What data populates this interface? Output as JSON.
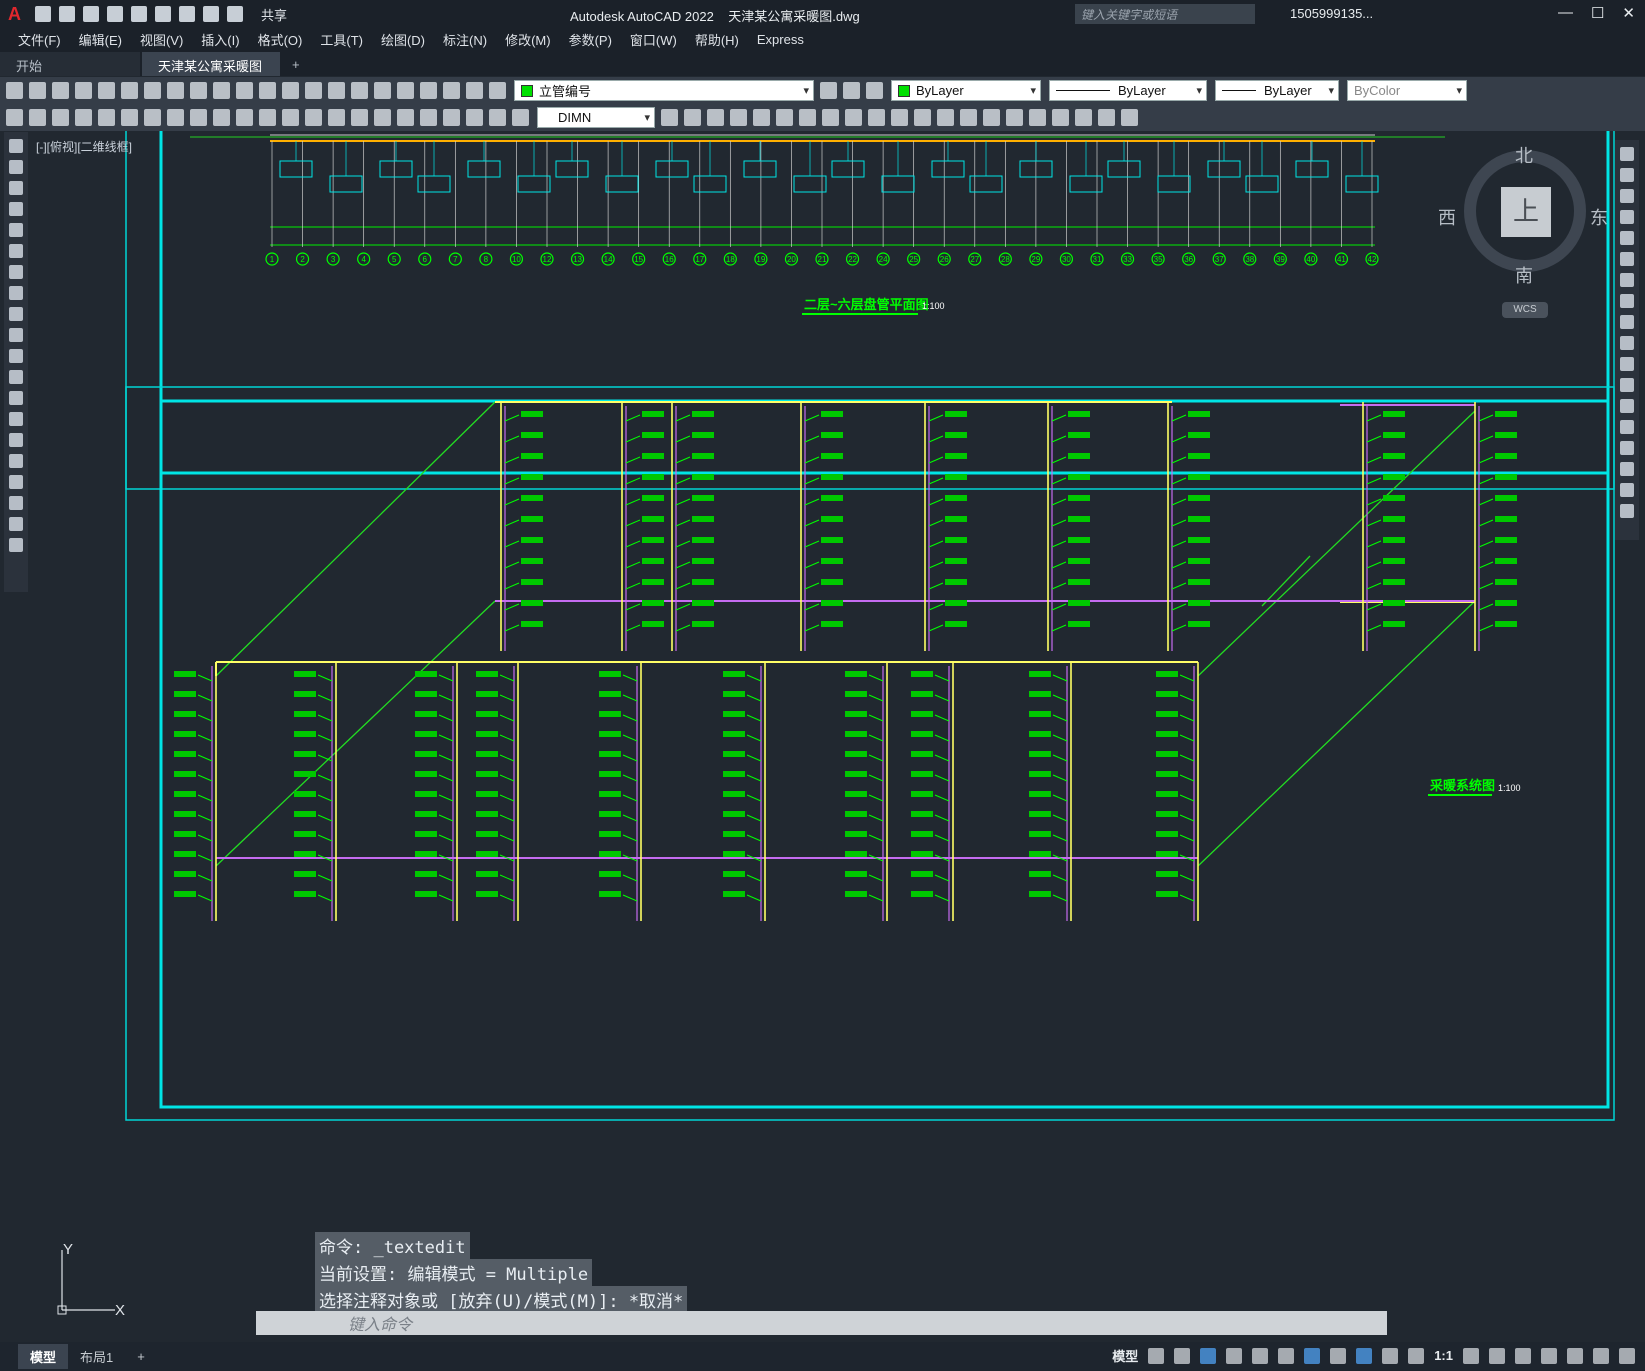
{
  "app": {
    "title": "Autodesk AutoCAD 2022",
    "file": "天津某公寓采暖图.dwg",
    "search_placeholder": "键入关键字或短语",
    "user": "1505999135...",
    "share": "共享"
  },
  "menu": [
    "文件(F)",
    "编辑(E)",
    "视图(V)",
    "插入(I)",
    "格式(O)",
    "工具(T)",
    "绘图(D)",
    "标注(N)",
    "修改(M)",
    "参数(P)",
    "窗口(W)",
    "帮助(H)",
    "Express"
  ],
  "tabs": {
    "start": "开始",
    "doc": "天津某公寓采暖图*"
  },
  "layers": {
    "current_layer": "立管编号",
    "color": "ByLayer",
    "linetype": "ByLayer",
    "lineweight": "ByLayer",
    "plotstyle": "ByColor",
    "dimstyle": "DIMN"
  },
  "viewport_label": "[-][俯视][二维线框]",
  "viewcube": {
    "top": "上",
    "north": "北",
    "south": "南",
    "east": "东",
    "west": "西",
    "wcs": "WCS"
  },
  "drawing": {
    "plan_title": "二层~六层盘管平面图",
    "plan_scale": "1:100",
    "system_title": "采暖系统图",
    "system_scale": "1:100",
    "axis_numbers": [
      "1",
      "2",
      "3",
      "4",
      "5",
      "6",
      "7",
      "8",
      "10",
      "12",
      "13",
      "14",
      "15",
      "16",
      "17",
      "18",
      "19",
      "20",
      "21",
      "22",
      "24",
      "25",
      "26",
      "27",
      "28",
      "29",
      "30",
      "31",
      "33",
      "35",
      "36",
      "37",
      "38",
      "39",
      "40",
      "41",
      "42"
    ]
  },
  "command": {
    "history": [
      "命令: _textedit",
      "当前设置: 编辑模式 = Multiple",
      "选择注释对象或 [放弃(U)/模式(M)]: *取消*"
    ],
    "placeholder": "键入命令"
  },
  "layout_tabs": [
    "模型",
    "布局1"
  ],
  "status": {
    "model": "模型",
    "scale": "1:1"
  },
  "colors": {
    "accent_red": "#e0272d",
    "cyan": "#00e5e5",
    "green": "#00ff00",
    "yellow": "#ffff66",
    "magenta": "#c56cf0"
  }
}
